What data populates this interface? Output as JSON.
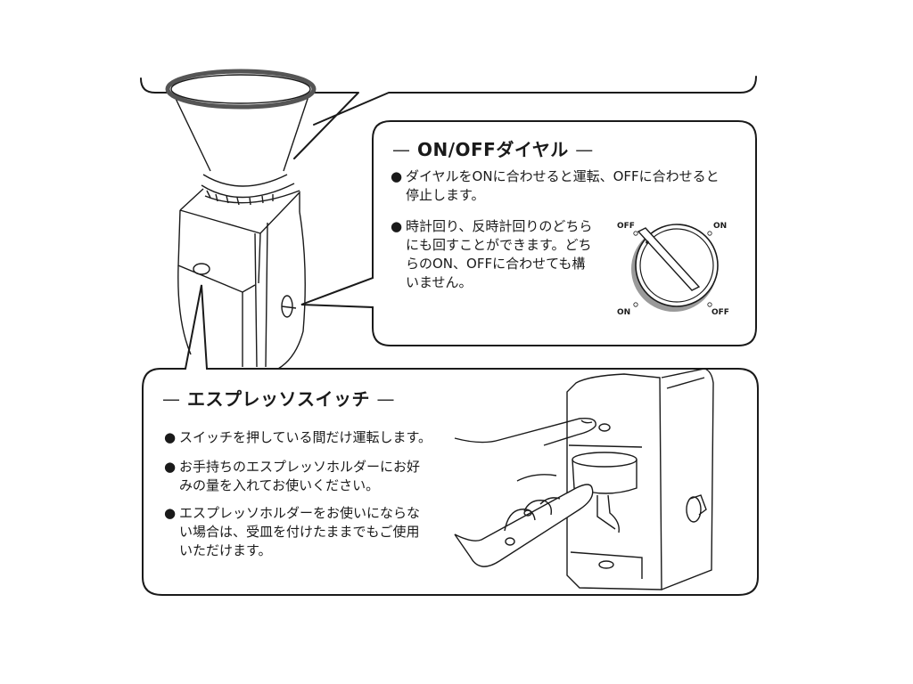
{
  "onoff_dial": {
    "title": "ON/OFFダイヤル",
    "title_dash_left": "—",
    "title_dash_right": "—",
    "bullets": [
      {
        "marker": "●",
        "lines": [
          "ダイヤルをONに合わせると運転、OFFに合わせると",
          "停止します。"
        ]
      },
      {
        "marker": "●",
        "lines": [
          "時計回り、反時計回りのどちら",
          "にも回すことができます。どち",
          "らのON、OFFに合わせても構",
          "いません。"
        ]
      }
    ],
    "dial_labels": {
      "top_left": "OFF",
      "top_right": "ON",
      "bottom_left": "ON",
      "bottom_right": "OFF"
    }
  },
  "espresso_switch": {
    "title": "エスプレッソスイッチ",
    "title_dash_left": "—",
    "title_dash_right": "—",
    "bullets": [
      {
        "marker": "●",
        "lines": [
          "スイッチを押している間だけ運転します。"
        ]
      },
      {
        "marker": "●",
        "lines": [
          "お手持ちのエスプレッソホルダーにお好",
          "みの量を入れてお使いください。"
        ]
      },
      {
        "marker": "●",
        "lines": [
          "エスプレッソホルダーをお使いにならな",
          "い場合は、受皿を付けたままでもご使用",
          "いただけます。"
        ]
      }
    ]
  },
  "colors": {
    "line": "#1a1a1a",
    "dial_shadow": "#9a9a9a",
    "background": "#ffffff"
  }
}
